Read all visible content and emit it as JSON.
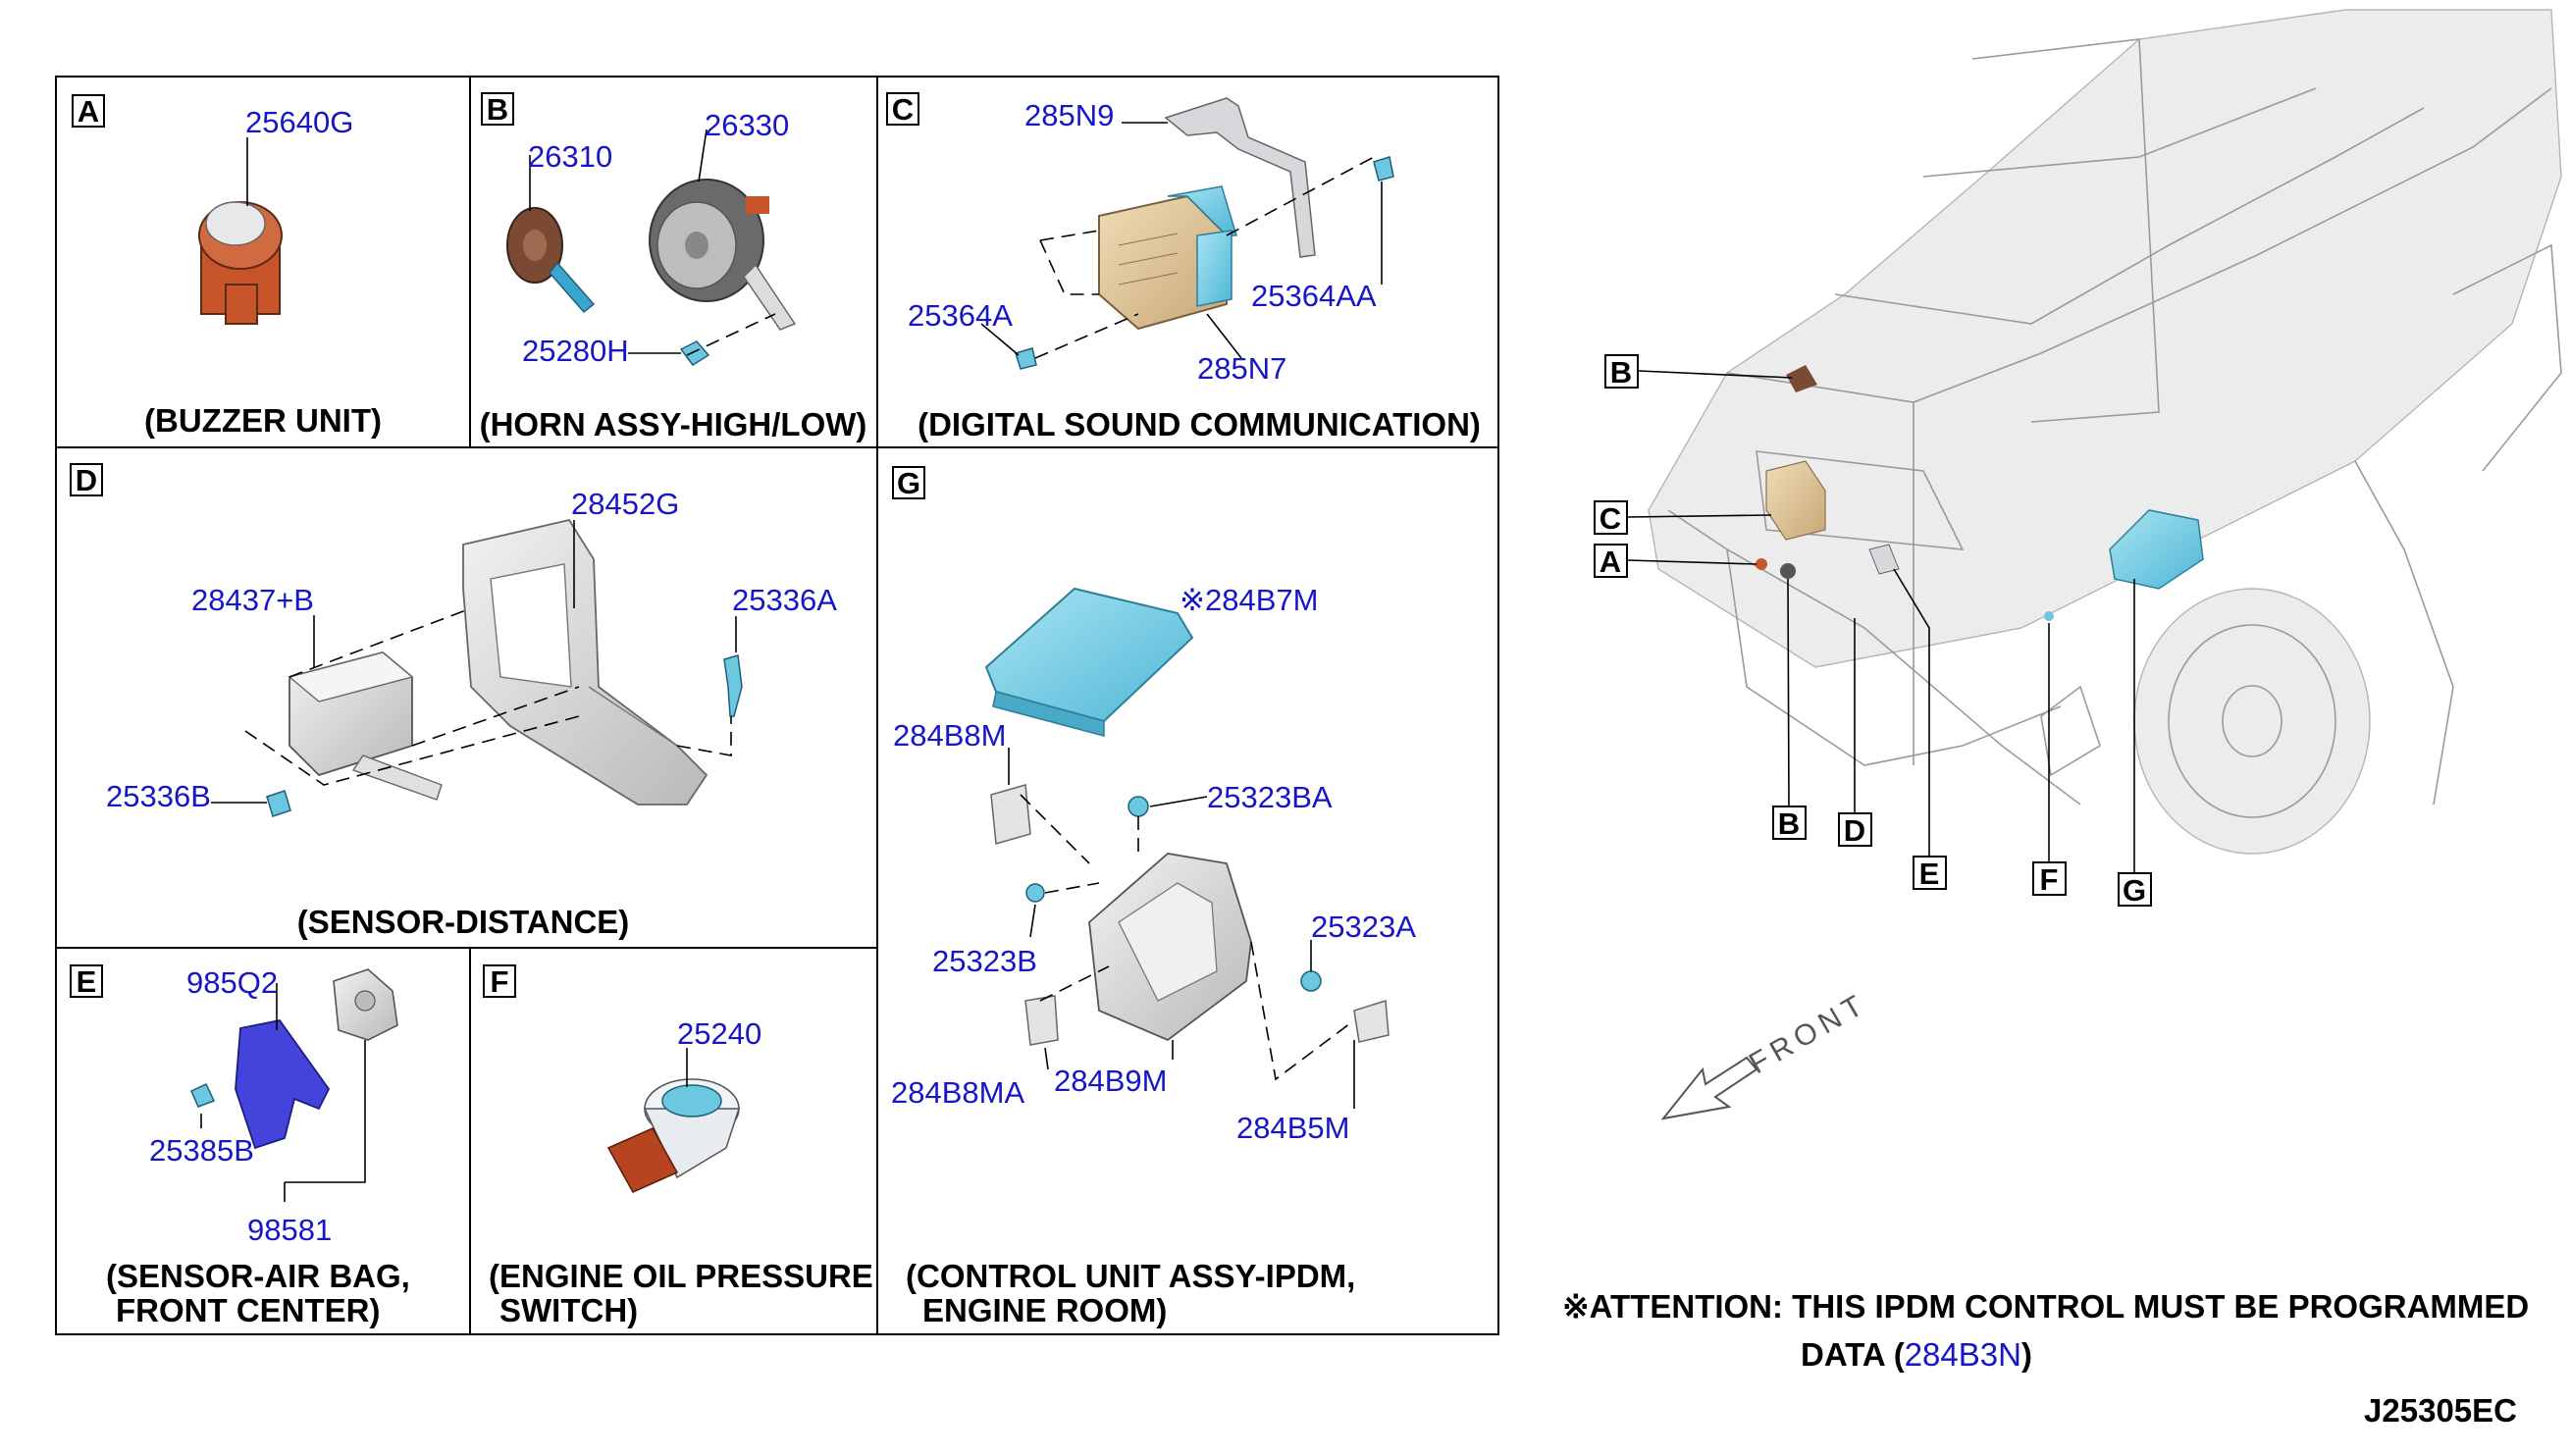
{
  "drawing_code": "J25305EC",
  "attention": {
    "line1": "※ATTENTION: THIS IPDM CONTROL MUST BE PROGRAMMED",
    "line2_prefix": "DATA (",
    "line2_part": "284B3N",
    "line2_suffix": ")"
  },
  "front_label": "FRONT",
  "locator_letters": [
    "B",
    "C",
    "A",
    "B",
    "D",
    "E",
    "F",
    "G"
  ],
  "panels": {
    "A": {
      "letter": "A",
      "caption": "(BUZZER UNIT)",
      "parts": [
        "25640G"
      ]
    },
    "B": {
      "letter": "B",
      "caption": "(HORN ASSY-HIGH/LOW)",
      "parts": [
        "26310",
        "26330",
        "25280H"
      ]
    },
    "C": {
      "letter": "C",
      "caption": "(DIGITAL SOUND COMMUNICATION)",
      "parts": [
        "285N9",
        "25364A",
        "25364AA",
        "285N7"
      ]
    },
    "D": {
      "letter": "D",
      "caption": "(SENSOR-DISTANCE)",
      "parts": [
        "28452G",
        "28437+B",
        "25336A",
        "25336B"
      ]
    },
    "G": {
      "letter": "G",
      "caption_l1": "(CONTROL UNIT ASSY-IPDM,",
      "caption_l2": "ENGINE ROOM)",
      "parts": [
        "※284B7M",
        "284B8M",
        "25323BA",
        "25323B",
        "25323A",
        "284B8MA",
        "284B9M",
        "284B5M"
      ]
    },
    "E": {
      "letter": "E",
      "caption_l1": "(SENSOR-AIR BAG,",
      "caption_l2": "FRONT CENTER)",
      "parts": [
        "985Q2",
        "25385B",
        "98581"
      ]
    },
    "F": {
      "letter": "F",
      "caption_l1": "(ENGINE OIL PRESSURE",
      "caption_l2": "SWITCH)",
      "parts": [
        "25240"
      ]
    }
  },
  "colors": {
    "part_number": "#1616c8",
    "buzzer": "#c8552a",
    "horn": "#7a4a35",
    "ipdm": "#6cc7e0",
    "sensor": "#4444dd",
    "oil_switch": "#b6441f"
  }
}
